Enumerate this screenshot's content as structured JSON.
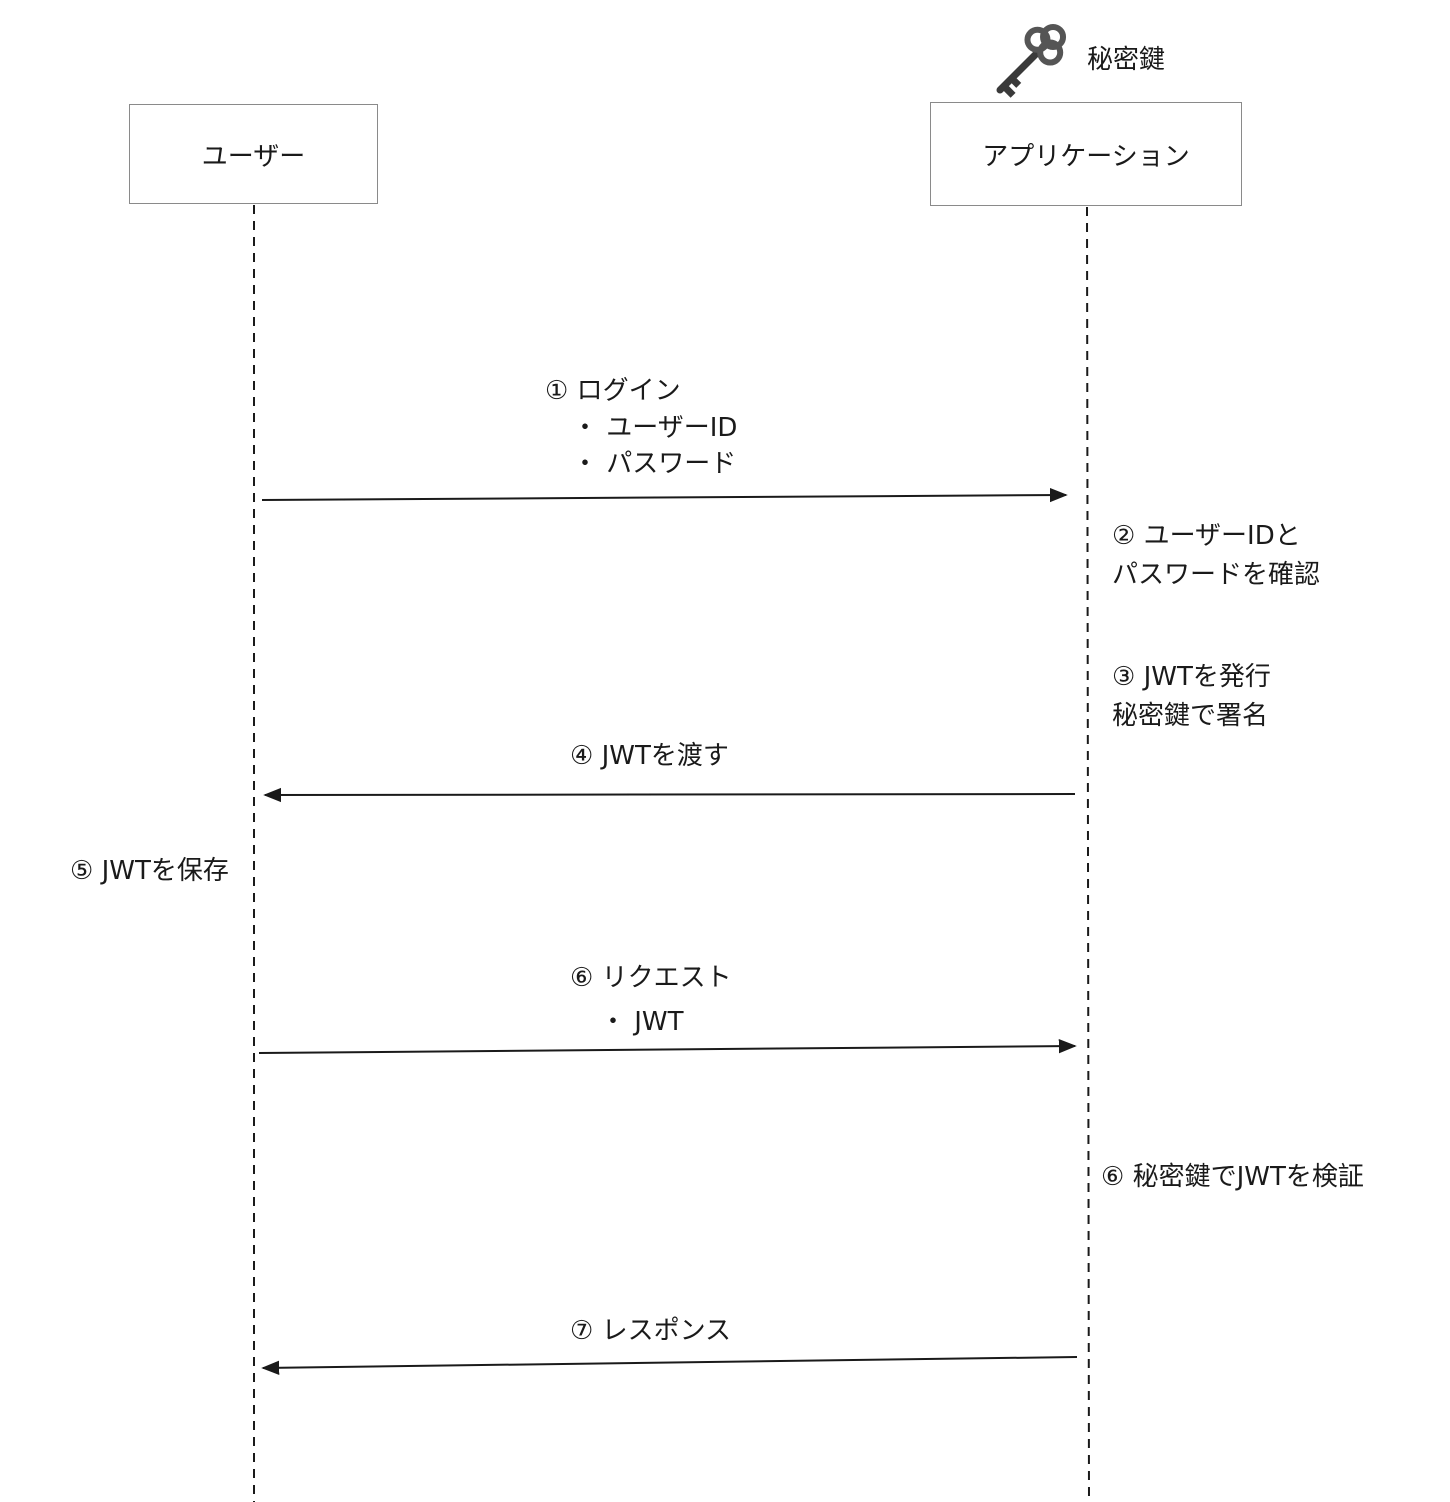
{
  "actors": {
    "user": "ユーザー",
    "app": "アプリケーション"
  },
  "key_label": "秘密鍵",
  "key_icon": "key-icon",
  "messages": {
    "m1": {
      "title": "① ログイン",
      "items": [
        "・ ユーザーID",
        "・ パスワード"
      ]
    },
    "m4": {
      "title": "④ JWTを渡す"
    },
    "m6": {
      "title": "⑥ リクエスト",
      "items": [
        "・ JWT"
      ]
    },
    "m7": {
      "title": "⑦ レスポンス"
    }
  },
  "notes": {
    "n2": [
      "② ユーザーIDと",
      "パスワードを確認"
    ],
    "n3": [
      "③ JWTを発行",
      "秘密鍵で署名"
    ],
    "n5": "⑤ JWTを保存",
    "n6": "⑥ 秘密鍵でJWTを検証"
  }
}
